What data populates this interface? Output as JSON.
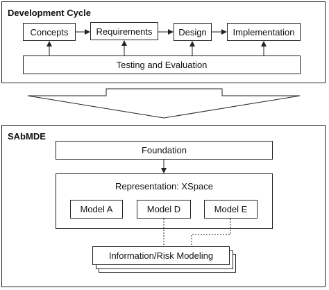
{
  "dev_cycle": {
    "title": "Development Cycle",
    "concepts": "Concepts",
    "requirements": "Requirements",
    "design": "Design",
    "implementation": "Implementation",
    "testing": "Testing and Evaluation"
  },
  "sabmde": {
    "title": "SAbMDE",
    "foundation": "Foundation",
    "representation": "Representation: XSpace",
    "model_a": "Model A",
    "model_d": "Model D",
    "model_e": "Model E",
    "info_risk": "Information/Risk Modeling"
  }
}
